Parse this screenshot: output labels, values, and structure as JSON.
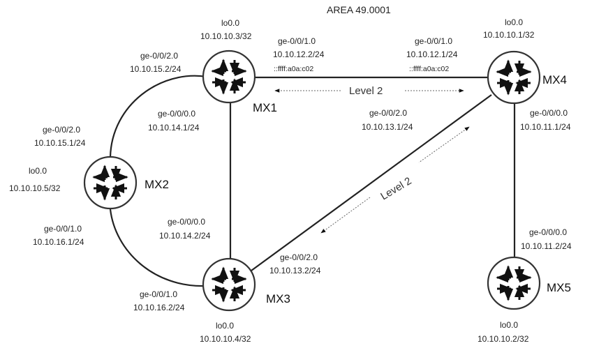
{
  "area_label": "AREA 49.0001",
  "routers": {
    "mx1": {
      "name": "MX1",
      "lo_name": "lo0.0",
      "lo_addr": "10.10.10.3/32"
    },
    "mx2": {
      "name": "MX2",
      "lo_name": "lo0.0",
      "lo_addr": "10.10.10.5/32"
    },
    "mx3": {
      "name": "MX3",
      "lo_name": "lo0.0",
      "lo_addr": "10.10.10.4/32"
    },
    "mx4": {
      "name": "MX4",
      "lo_name": "lo0.0",
      "lo_addr": "10.10.10.1/32"
    },
    "mx5": {
      "name": "MX5",
      "lo_name": "lo0.0",
      "lo_addr": "10.10.10.2/32"
    }
  },
  "interfaces": {
    "mx1_to_mx2": {
      "name": "ge-0/0/2.0",
      "addr": "10.10.15.2/24"
    },
    "mx1_to_mx4": {
      "name": "ge-0/0/1.0",
      "addr": "10.10.12.2/24",
      "ipv6": "::ffff:a0a:c02"
    },
    "mx1_to_mx3": {
      "name": "ge-0/0/0.0",
      "addr": "10.10.14.1/24"
    },
    "mx4_to_mx1": {
      "name": "ge-0/0/1.0",
      "addr": "10.10.12.1/24",
      "ipv6": "::ffff:a0a:c02"
    },
    "mx4_to_mx3": {
      "name": "ge-0/0/2.0",
      "addr": "10.10.13.1/24"
    },
    "mx4_to_mx5": {
      "name": "ge-0/0/0.0",
      "addr": "10.10.11.1/24"
    },
    "mx2_to_mx1": {
      "name": "ge-0/0/2.0",
      "addr": "10.10.15.1/24"
    },
    "mx2_to_mx3": {
      "name": "ge-0/0/1.0",
      "addr": "10.10.16.1/24"
    },
    "mx3_to_mx1": {
      "name": "ge-0/0/0.0",
      "addr": "10.10.14.2/24"
    },
    "mx3_to_mx4": {
      "name": "ge-0/0/2.0",
      "addr": "10.10.13.2/24"
    },
    "mx3_to_mx2": {
      "name": "ge-0/0/1.0",
      "addr": "10.10.16.2/24"
    },
    "mx5_to_mx4": {
      "name": "ge-0/0/0.0",
      "addr": "10.10.11.2/24"
    }
  },
  "adjacencies": {
    "mx1_mx4": "Level 2",
    "mx3_mx4": "Level 2"
  }
}
